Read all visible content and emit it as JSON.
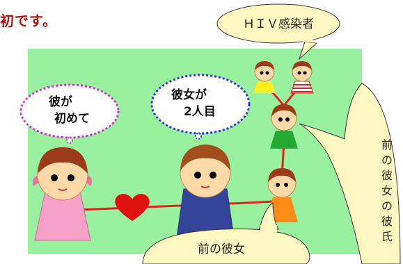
{
  "header": {
    "text": "初です。"
  },
  "bubbles": {
    "girl_thought": [
      "彼が",
      "初めて"
    ],
    "boy_thought": [
      "彼女が",
      "2人目"
    ],
    "hiv_callout": "ＨＩＶ感染者",
    "vertical_callout": [
      "前",
      "の",
      "彼",
      "女",
      "の",
      "彼",
      "氏"
    ],
    "bottom_callout": "前の彼女"
  },
  "colors": {
    "panel": "#99f09e",
    "thought_border": "#cc33cc",
    "thought_border_boy": "#3333cc",
    "callout_fill": "#fff7c2",
    "line": "#e02020",
    "heart": "#e01010",
    "heading": "#b01010"
  }
}
